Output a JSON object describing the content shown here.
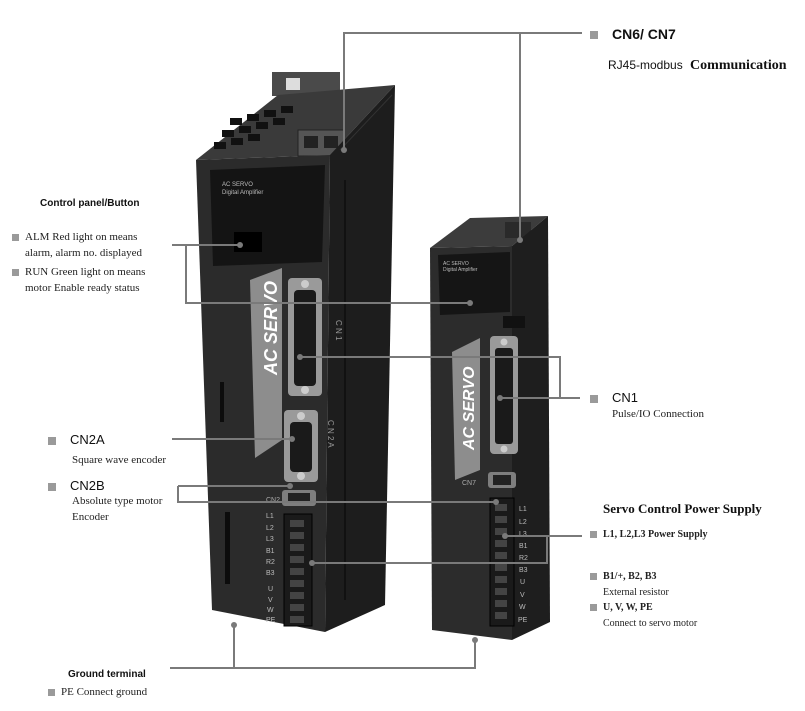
{
  "labels": {
    "cn67_title": "CN6/ CN7",
    "cn67_rj45": "RJ45-modbus",
    "cn67_comm": "Communication",
    "control_panel_title": "Control panel/Button",
    "alm_line1": "ALM Red light on means",
    "alm_line2": "alarm, alarm no. displayed",
    "run_line1": "RUN Green light on means",
    "run_line2": "motor Enable ready status",
    "cn2a_title": "CN2A",
    "cn2a_desc": "Square wave encoder",
    "cn2b_title": "CN2B",
    "cn2b_desc1": "Absolute type motor",
    "cn2b_desc2": "Encoder",
    "cn1_title": "CN1",
    "cn1_desc": "Pulse/IO Connection",
    "power_title": "Servo Control Power Supply",
    "l123": "L1, L2,L3 Power Supply",
    "b123": "B1/+, B2, B3",
    "b123_desc": "External resistor",
    "uvwpe": "U, V, W, PE",
    "uvwpe_desc": "Connect to servo motor",
    "ground_title": "Ground terminal",
    "pe_ground": "PE Connect ground"
  },
  "device_text": {
    "brand_vertical": "AC SERVO",
    "front_label_large_1": "AC SERVO",
    "front_label_large_2": "Digital Amplifier",
    "front_label_small_1": "AC SERVO",
    "front_label_small_2": "Digital Amplifier",
    "cn1_port": "C N 1",
    "cn2_port": "C N 2 A",
    "cn2b_port": "CN2",
    "cn7_port": "CN7",
    "terminals": [
      "L1",
      "L2",
      "L3",
      "B1",
      "R2",
      "B3",
      "U",
      "V",
      "W",
      "PE"
    ]
  },
  "colors": {
    "housing": "#2b2b2b",
    "housing_dark": "#161616",
    "stripe": "#8d8d8d",
    "line": "#7a7a7a",
    "bullet": "#9a9a9a"
  }
}
